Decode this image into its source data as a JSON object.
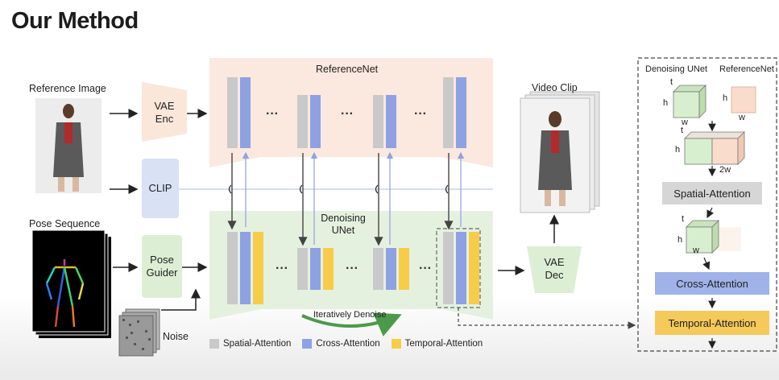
{
  "slide": {
    "title": "Our Method"
  },
  "inputs": {
    "reference_image_label": "Reference Image",
    "pose_sequence_label": "Pose Sequence",
    "noise_label": "Noise"
  },
  "modules": {
    "vae_enc": [
      "VAE",
      "Enc"
    ],
    "clip": "CLIP",
    "pose_guider": [
      "Pose",
      "Guider"
    ],
    "vae_dec": [
      "VAE",
      "Dec"
    ]
  },
  "networks": {
    "referencenet_label": "ReferenceNet",
    "denoising_unet_label": [
      "Denoising",
      "UNet"
    ],
    "iterative_label": "Iteratively Denoise",
    "ellipsis": "···"
  },
  "output": {
    "video_clip_label": "Video Clip"
  },
  "legend": [
    {
      "label": "Spatial-Attention",
      "color": "#c9c9c9"
    },
    {
      "label": "Cross-Attention",
      "color": "#8ea1e2"
    },
    {
      "label": "Temporal-Attention",
      "color": "#f7cc48"
    }
  ],
  "detail_panel": {
    "denoising_unet_label": "Denoising UNet",
    "referencenet_label": "ReferenceNet",
    "dim_h": "h",
    "dim_w": "w",
    "dim_t": "t",
    "dim_2w": "2w",
    "spatial_attention": "Spatial-Attention",
    "cross_attention": "Cross-Attention",
    "temporal_attention": "Temporal-Attention",
    "colors": {
      "cube_green": "#d8efcf",
      "cube_pink": "#fadccc",
      "spatial_box": "#d6d6d6",
      "cross_box": "#9fb3e8",
      "temporal_box": "#f5c95a"
    }
  }
}
